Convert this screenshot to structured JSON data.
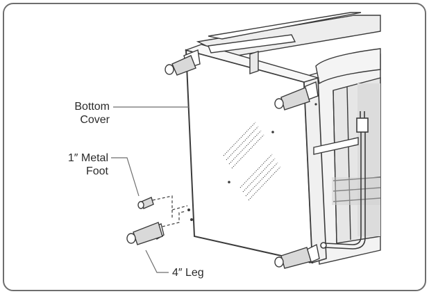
{
  "labels": {
    "bottom_cover_line1": "Bottom",
    "bottom_cover_line2": "Cover",
    "metal_foot_line1": "1″ Metal",
    "metal_foot_line2": "Foot",
    "leg": "4″ Leg"
  },
  "colors": {
    "stroke": "#3a3a3a",
    "frame": "#6e6e6e",
    "panel_shade": "#eeeeee",
    "leg_fill": "#d9d9d9"
  }
}
